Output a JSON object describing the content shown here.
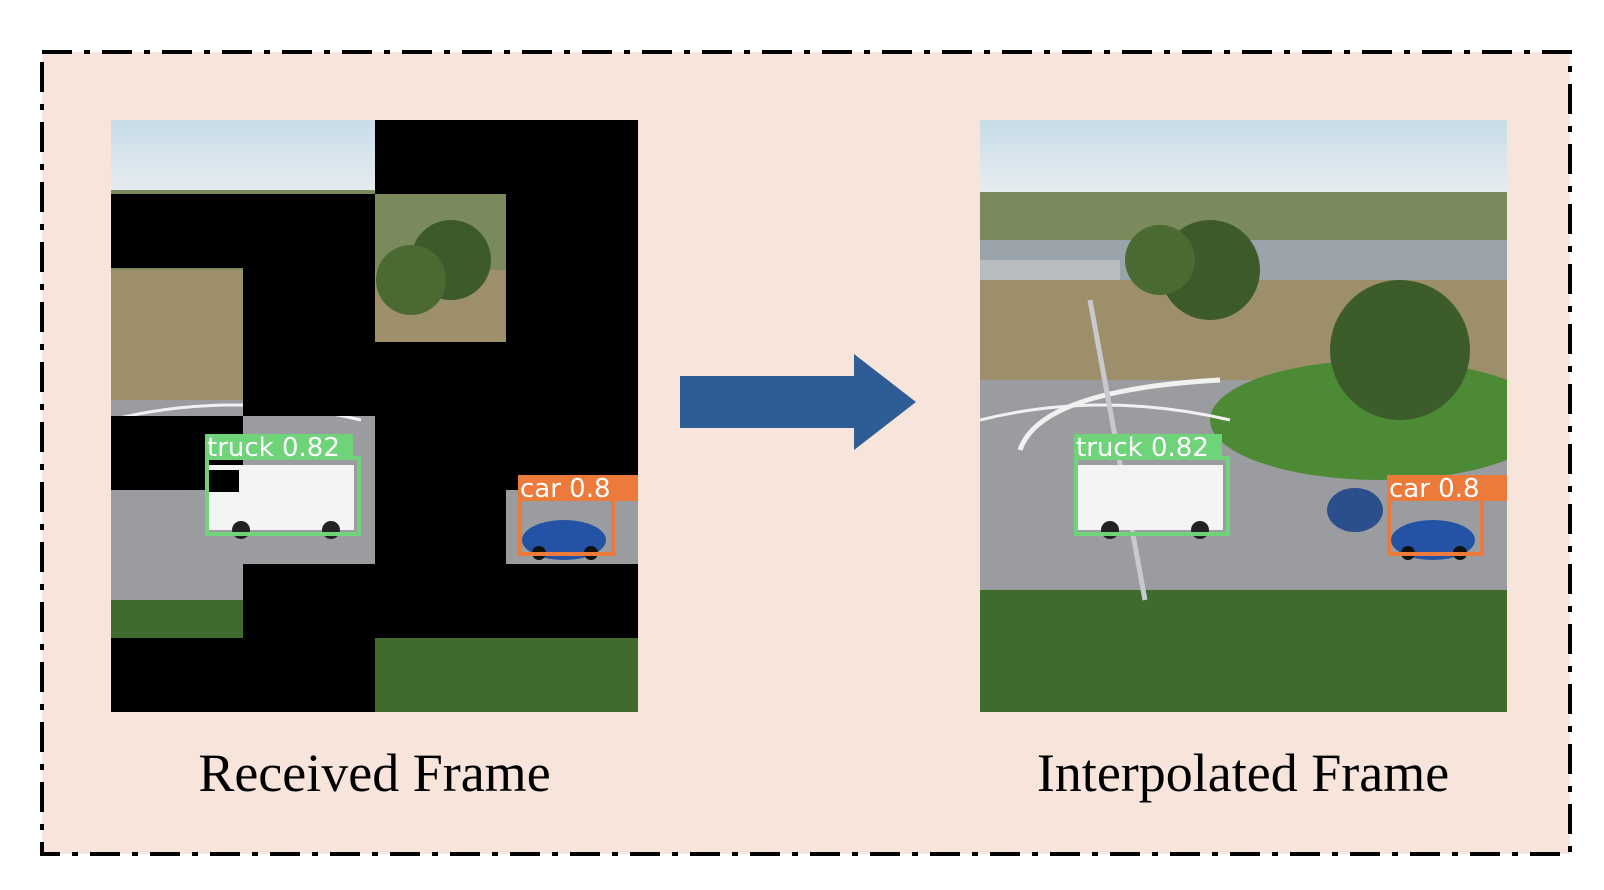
{
  "figure": {
    "left_caption": "Received Frame",
    "right_caption": "Interpolated Frame"
  },
  "detections": {
    "truck": "truck 0.82",
    "car": "car 0.8"
  },
  "colors": {
    "panel_background": "#f7e4da",
    "border": "#000000",
    "arrow": "#2e5d95",
    "truck_box": "#6fd37a",
    "car_box": "#ec7a3a",
    "missing_block": "#000000"
  }
}
